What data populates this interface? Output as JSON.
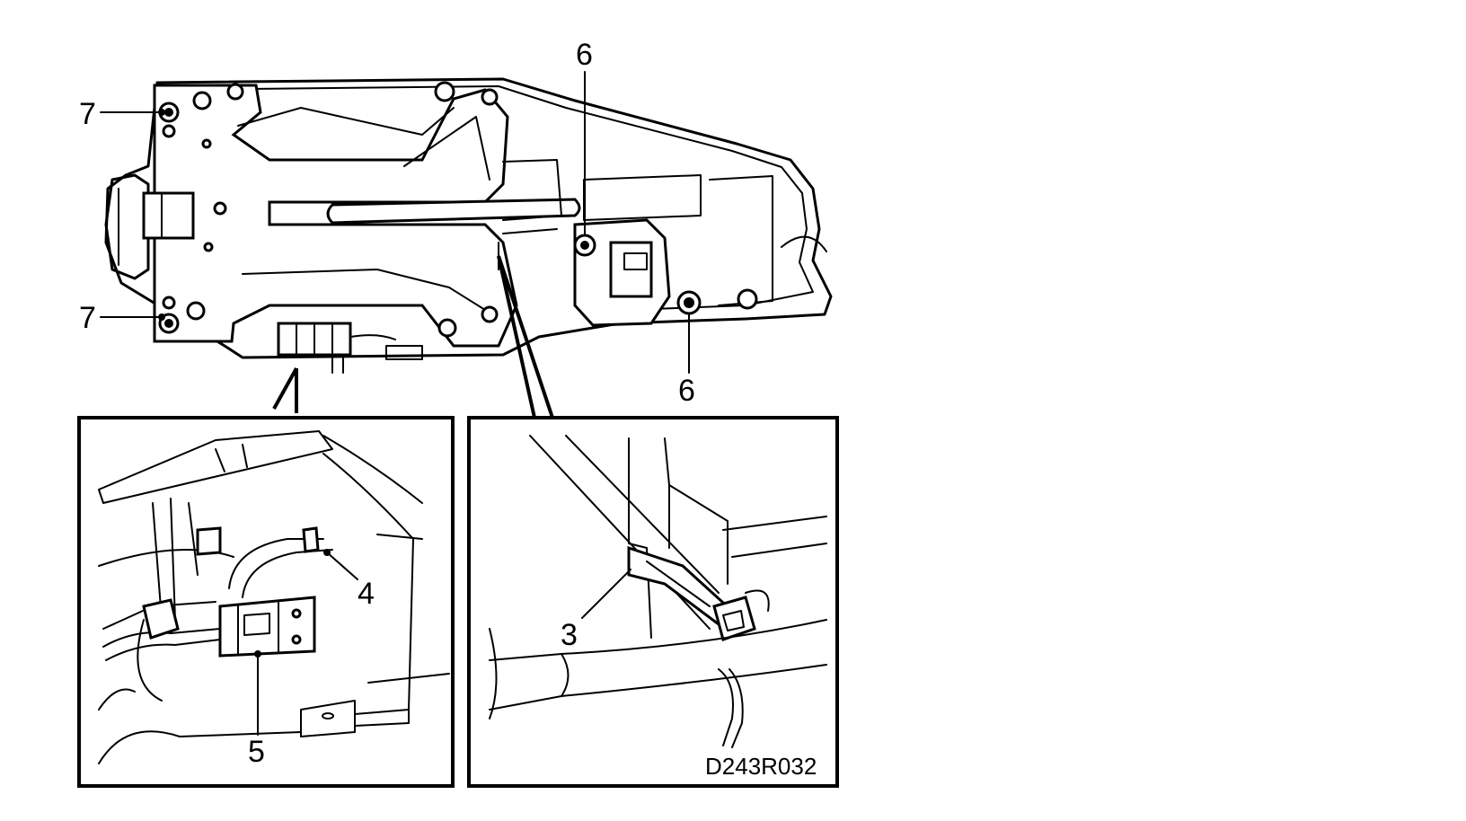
{
  "callouts": {
    "label_7_top": "7",
    "label_7_bottom": "7",
    "label_6_top": "6",
    "label_6_bottom": "6",
    "label_4": "4",
    "label_5": "5",
    "label_3": "3"
  },
  "figure_code": "D243R032",
  "icons": [
    "bolt-icon",
    "connector-icon",
    "cable-clip-icon"
  ]
}
